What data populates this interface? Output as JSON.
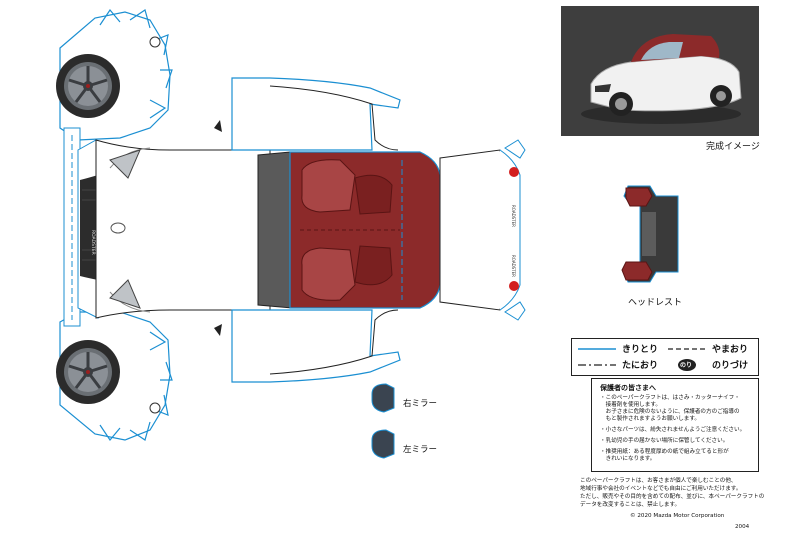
{
  "photo": {
    "caption": "完成イメージ"
  },
  "headrest": {
    "label": "ヘッドレスト"
  },
  "mirrors": {
    "right_label": "右ミラー",
    "left_label": "左ミラー"
  },
  "car_text": {
    "grille_badge": "ROADSTER",
    "plate_text": "ROADSTER"
  },
  "legend": {
    "cut": "きりとり",
    "valley": "たにおり",
    "mountain": "やまおり",
    "glue": "のりづけ",
    "glue_badge": "のり"
  },
  "guardian": {
    "title": "保護者の皆さまへ",
    "lines": [
      "・このペーパークラフトは、はさみ・カッターナイフ・",
      "　接着剤を使用します。",
      "　お子さまに危険のないように、保護者の方のご指導の",
      "　もと製作されますようお願いします。",
      "・小さなパーツは、紛失されませんようご注意ください。",
      "・乳幼児の手の届かない場所に保管してください。",
      "・推奨用紙：ある程度厚めの紙で組み立てると形が",
      "　きれいになります。"
    ]
  },
  "footer": {
    "lines": [
      "このペーパークラフトは、お客さまが個人で楽しむことの他、",
      "地域行事や会社のイベントなどでも自由にご利用いただけます。",
      "ただし、販売やその目的を含めての配布、並びに、本ペーパークラフトの",
      "データを改変することは、禁止します。"
    ],
    "copyright": "© 2020 Mazda Motor Corporation",
    "code": "2004"
  },
  "colors": {
    "body": "#ffffff",
    "roof": "#8c2a2a",
    "roof_dark": "#6e1e1e",
    "cut_line": "#1b8fd2",
    "tire": "#2b2b2b",
    "wheel": "#6a6f74",
    "headrest_fill": "#8c2a2a",
    "mirror_fill": "#3a4450",
    "tail_light": "#d31f1f"
  }
}
